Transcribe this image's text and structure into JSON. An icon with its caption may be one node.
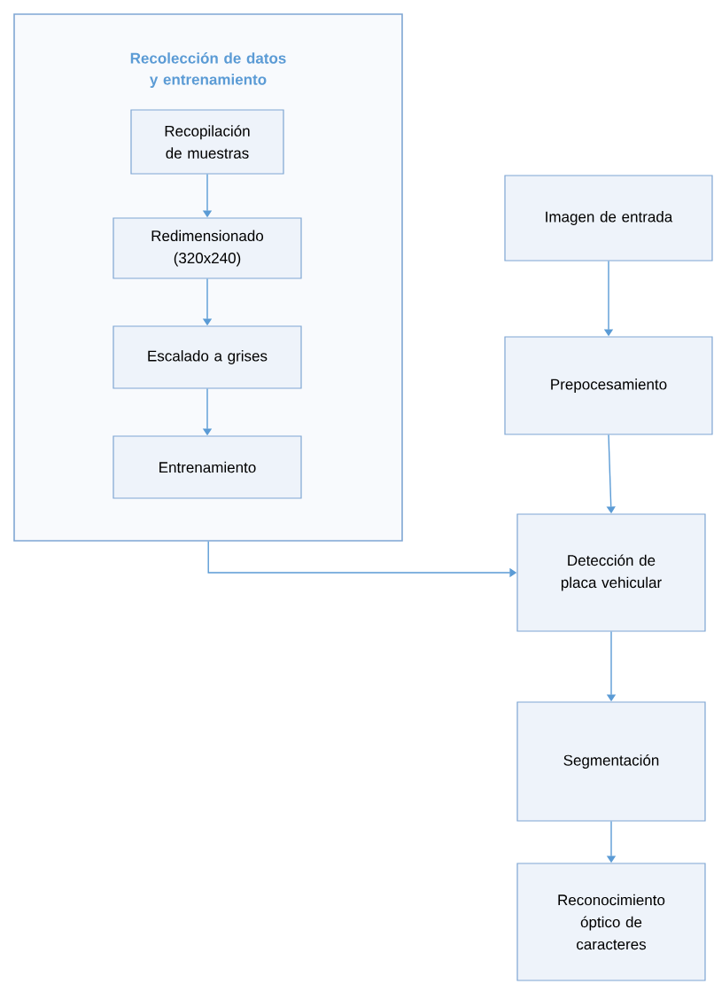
{
  "diagram": {
    "nodes": [
      {
        "text": [
          "Recolección de datos y entrenamiento"
        ]
      },
      {
        "text": [
          "Recopilación de muestras"
        ],
        "in": 0
      },
      {
        "text": [
          "Redimensionado (320x240)"
        ],
        "in": 0
      },
      {
        "text": [
          "Escalado a grises"
        ],
        "in": 0
      },
      {
        "text": [
          "Entrenamiento"
        ],
        "in": 0
      },
      {
        "text": [
          "Imagen de entrada"
        ]
      },
      {
        "text": [
          "Prepocesamiento"
        ]
      },
      {
        "text": [
          "Detección de placa vehicular"
        ]
      },
      {
        "text": [
          "Segmentación"
        ]
      },
      {
        "text": [
          "Reconocimiento óptico de caracteres"
        ]
      }
    ],
    "edges": [
      {
        "from": 1,
        "to": 2,
        "arrow": "to"
      },
      {
        "from": 2,
        "to": 3,
        "arrow": "to"
      },
      {
        "from": 3,
        "to": 4,
        "arrow": "to"
      },
      {
        "from": 0,
        "to": 7,
        "arrow": "to"
      },
      {
        "from": 5,
        "to": 6,
        "arrow": "to"
      },
      {
        "from": 6,
        "to": 7,
        "arrow": "to"
      },
      {
        "from": 7,
        "to": 8,
        "arrow": "to"
      },
      {
        "from": 8,
        "to": 9,
        "arrow": "to"
      }
    ]
  }
}
